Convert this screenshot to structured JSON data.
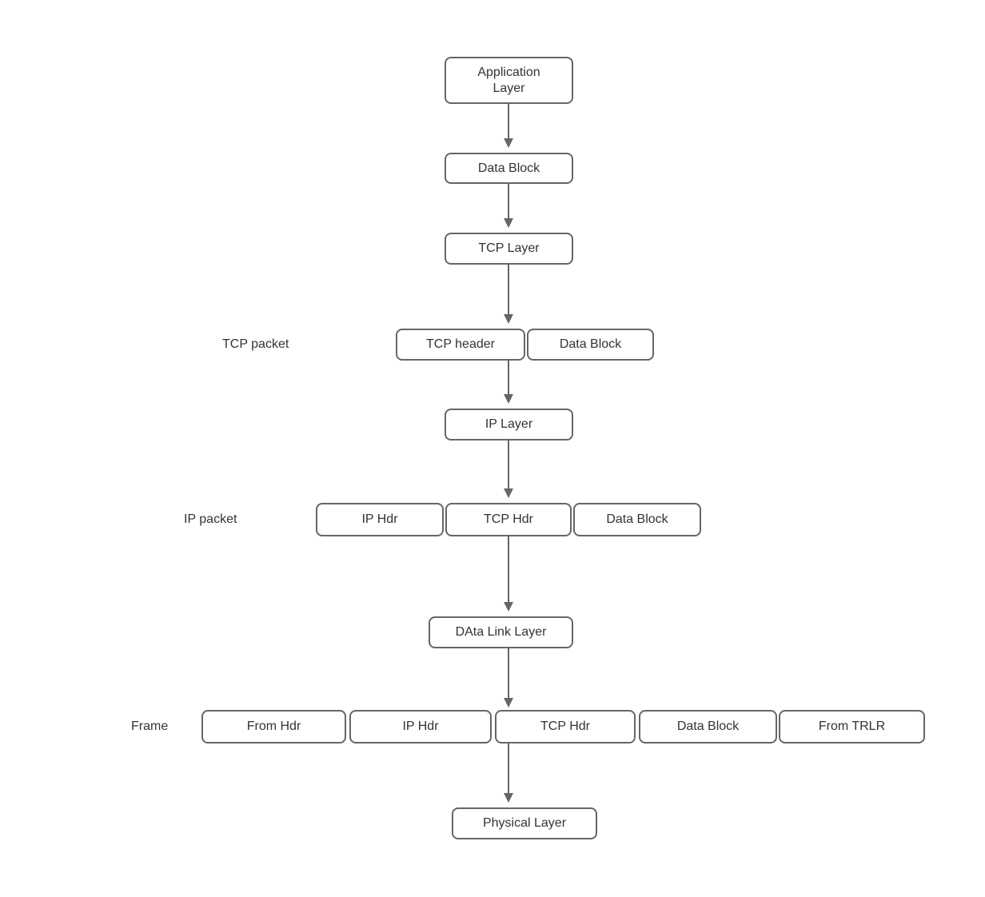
{
  "diagram": {
    "description": "TCP/IP data encapsulation flow diagram",
    "colors": {
      "background": "#ffffff",
      "box_fill": "#ffffff",
      "box_border": "#666666",
      "arrow": "#666666",
      "text": "#333333"
    },
    "nodes": {
      "application_layer": "Application\nLayer",
      "data_block_top": "Data Block",
      "tcp_layer": "TCP Layer",
      "tcp_packet_header": "TCP header",
      "tcp_packet_data_block": "Data Block",
      "ip_layer": "IP Layer",
      "ip_packet_ip_hdr": "IP Hdr",
      "ip_packet_tcp_hdr": "TCP Hdr",
      "ip_packet_data_block": "Data Block",
      "data_link_layer": "DAta Link Layer",
      "frame_from_hdr": "From Hdr",
      "frame_ip_hdr": "IP Hdr",
      "frame_tcp_hdr": "TCP Hdr",
      "frame_data_block": "Data Block",
      "frame_from_trlr": "From TRLR",
      "physical_layer": "Physical Layer"
    },
    "row_labels": {
      "tcp_packet": "TCP packet",
      "ip_packet": "IP packet",
      "frame": "Frame"
    },
    "edges": [
      "application_layer -> data_block_top",
      "data_block_top -> tcp_layer",
      "tcp_layer -> tcp_packet_row",
      "tcp_packet_row -> ip_layer",
      "ip_layer -> ip_packet_row",
      "ip_packet_row -> data_link_layer",
      "data_link_layer -> frame_row",
      "frame_row -> physical_layer"
    ]
  }
}
